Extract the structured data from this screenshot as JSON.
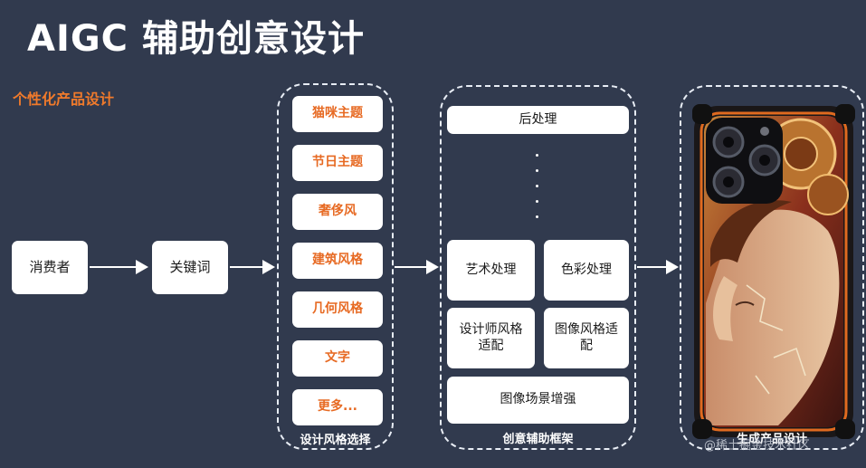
{
  "header": {
    "title": "AIGC 辅助创意设计",
    "subtitle": "个性化产品设计"
  },
  "flow": {
    "consumer": "消费者",
    "keyword": "关键词"
  },
  "design_style_selection": {
    "items": [
      "猫咪主题",
      "节日主题",
      "奢侈风",
      "建筑风格",
      "几何风格",
      "文字",
      "更多..."
    ],
    "caption": "设计风格选择"
  },
  "creative_framework": {
    "post_processing": "后处理",
    "art_processing": "艺术处理",
    "color_processing": "色彩处理",
    "designer_style_adapt": "设计师风格适配",
    "image_style_adapt": "图像风格适配",
    "scene_enhance": "图像场景增强",
    "caption": "创意辅助框架"
  },
  "output": {
    "caption": "生成产品设计"
  },
  "watermark": "@稀土掘金技术社区",
  "colors": {
    "background": "#313a4e",
    "accent_orange": "#e76a23",
    "box": "#ffffff"
  }
}
